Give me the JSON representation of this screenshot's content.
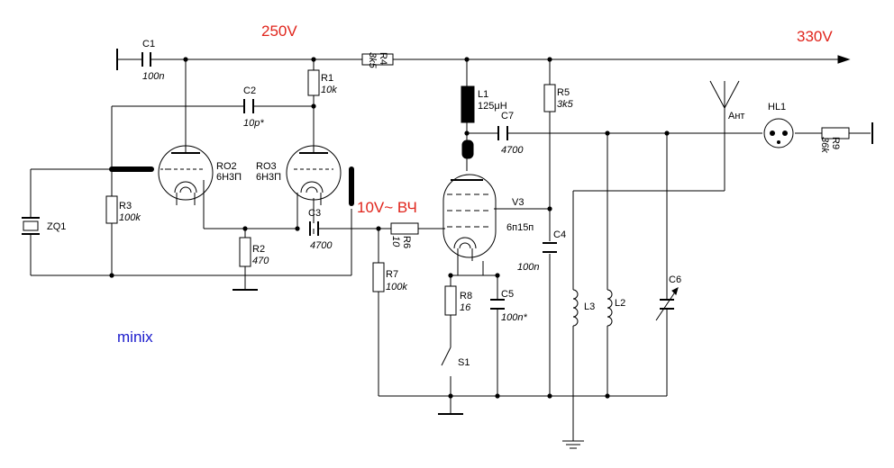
{
  "voltages": {
    "v250": "250V",
    "v330": "330V",
    "v10": "10V~ ВЧ"
  },
  "title": "minix",
  "components": {
    "C1": {
      "ref": "C1",
      "value": "100n"
    },
    "C2": {
      "ref": "C2",
      "value": "10p*"
    },
    "C3": {
      "ref": "C3",
      "value": "4700"
    },
    "C4": {
      "ref": "C4",
      "value": "100n"
    },
    "C5": {
      "ref": "C5",
      "value": "100n*"
    },
    "C6": {
      "ref": "C6"
    },
    "C7": {
      "ref": "C7",
      "value": "4700"
    },
    "R1": {
      "ref": "R1",
      "value": "10k"
    },
    "R2": {
      "ref": "R2",
      "value": "470"
    },
    "R3": {
      "ref": "R3",
      "value": "100k"
    },
    "R4": {
      "ref": "R4",
      "value": "3k5"
    },
    "R5": {
      "ref": "R5",
      "value": "3k5"
    },
    "R6": {
      "ref": "R6",
      "value": "10"
    },
    "R7": {
      "ref": "R7",
      "value": "100k"
    },
    "R8": {
      "ref": "R8",
      "value": "16"
    },
    "R9": {
      "ref": "R9",
      "value": "36k"
    },
    "L1": {
      "ref": "L1",
      "value": "125μH"
    },
    "L2": {
      "ref": "L2"
    },
    "L3": {
      "ref": "L3"
    },
    "ZQ1": {
      "ref": "ZQ1"
    },
    "S1": {
      "ref": "S1"
    },
    "HL1": {
      "ref": "HL1"
    },
    "RO2": {
      "ref": "RO2",
      "type": "6Н3П"
    },
    "RO3": {
      "ref": "RO3",
      "type": "6Н3П"
    },
    "V3": {
      "ref": "V3",
      "type": "6п15п"
    },
    "ANT": {
      "ref": "Ант"
    }
  }
}
